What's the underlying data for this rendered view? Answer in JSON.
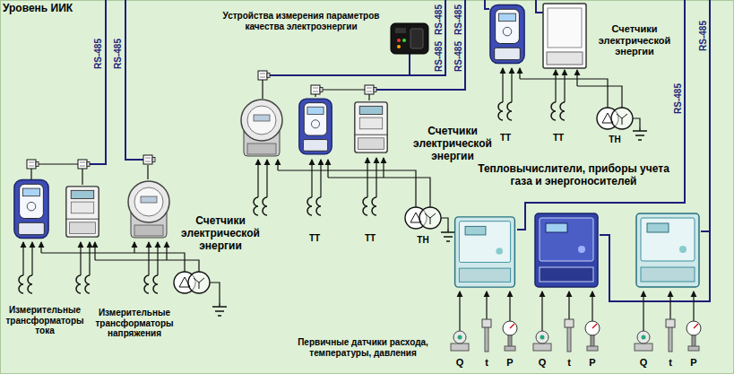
{
  "diagram": {
    "title": "Уровень ИИК",
    "labels": [
      "RS-485",
      "RS-485",
      "Устройства измерения параметров качества электроэнергии",
      "RS-485",
      "RS-485",
      "RS-485",
      "RS-485",
      "Счетчики электрической энергии",
      "ТТ",
      "ТТ",
      "ТН",
      "Счетчики электрической энергии",
      "ТТ",
      "ТТ",
      "ТН",
      "Тепловычислители, приборы учета газа и энергоносителей",
      "Счетчики электрической энергии",
      "Измерительные трансформаторы тока",
      "Измерительные трансформаторы напряжения",
      "RS-485",
      "RS-485",
      "Первичные датчики расхода, температуры, давления",
      "Q",
      "t",
      "P",
      "Q",
      "t",
      "P",
      "Q",
      "t",
      "P"
    ]
  }
}
